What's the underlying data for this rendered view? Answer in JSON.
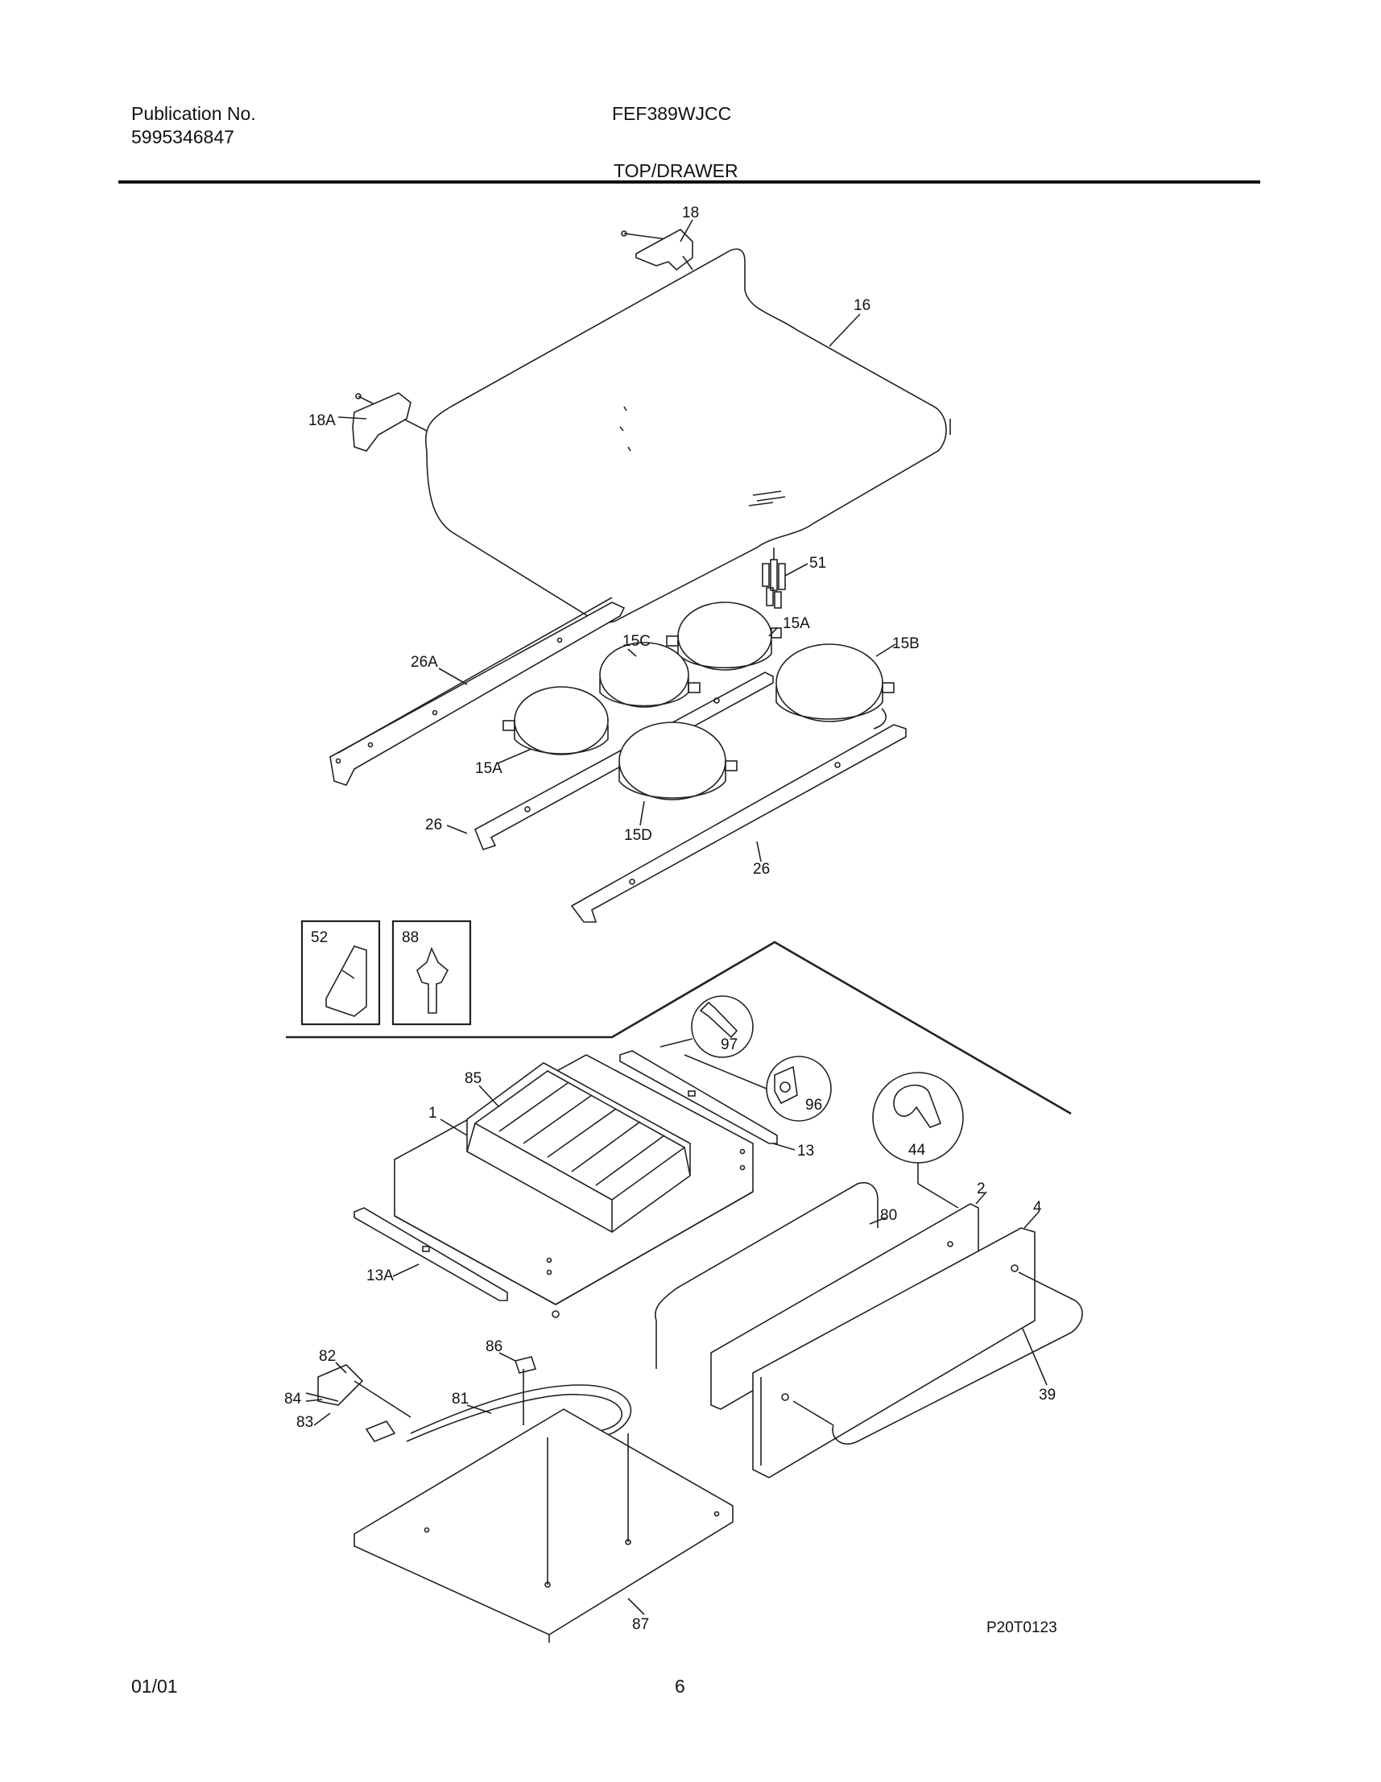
{
  "header": {
    "publication_label": "Publication No.",
    "publication_number": "5995346847",
    "model": "FEF389WJCC",
    "section": "TOP/DRAWER"
  },
  "callouts": {
    "c18": "18",
    "c16": "16",
    "c18A": "18A",
    "c51": "51",
    "c15A_top": "15A",
    "c15C": "15C",
    "c15B": "15B",
    "c26A": "26A",
    "c15A_left": "15A",
    "c26_left": "26",
    "c15D": "15D",
    "c26_right": "26",
    "c52": "52",
    "c88": "88",
    "c97": "97",
    "c85": "85",
    "c96": "96",
    "c1": "1",
    "c13": "13",
    "c44": "44",
    "c2": "2",
    "c4": "4",
    "c80": "80",
    "c13A": "13A",
    "c86": "86",
    "c82": "82",
    "c81": "81",
    "c84": "84",
    "c83": "83",
    "c39": "39",
    "c87": "87"
  },
  "drawing_id": "P20T0123",
  "footer": {
    "date": "01/01",
    "page": "6"
  }
}
